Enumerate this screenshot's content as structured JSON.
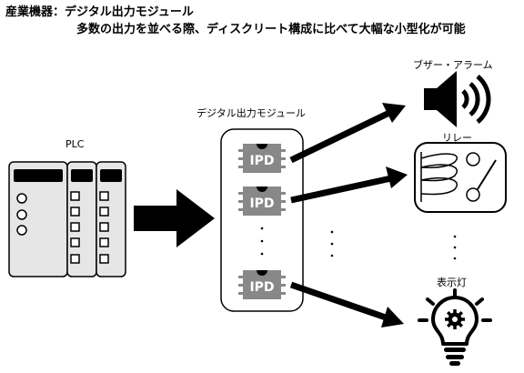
{
  "header": {
    "title": "産業機器：デジタル出力モジュール",
    "subtitle": "多数の出力を並べる際、ディスクリート構成に比べて大幅な小型化が可能"
  },
  "plc": {
    "label": "PLC"
  },
  "module": {
    "label": "デジタル出力モジュール",
    "chip_label": "IPD"
  },
  "outputs": {
    "buzzer_label": "ブザー・アラーム",
    "relay_label": "リレー",
    "lamp_label": "表示灯"
  }
}
